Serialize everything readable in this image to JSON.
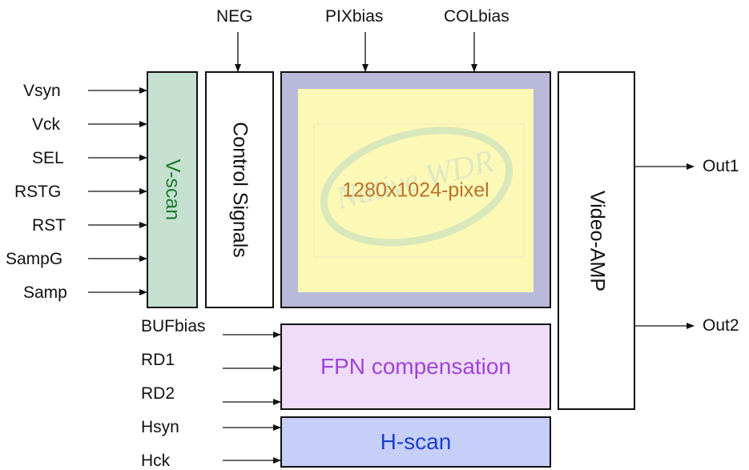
{
  "top_inputs": {
    "neg": "NEG",
    "pixbias": "PIXbias",
    "colbias": "COLbias"
  },
  "left_inputs": [
    "Vsyn",
    "Vck",
    "SEL",
    "RSTG",
    "RST",
    "SampG",
    "Samp"
  ],
  "bottom_inputs": [
    "BUFbias",
    "RD1",
    "RD2",
    "Hsyn",
    "Hck"
  ],
  "outputs": [
    "Out1",
    "Out2"
  ],
  "blocks": {
    "vscan": "V-scan",
    "control": "Control Signals",
    "pixel_array": "1280x1024-pixel",
    "fpn": "FPN compensation",
    "hscan": "H-scan",
    "video_amp": "Video-AMP"
  },
  "watermark": "Native WDR",
  "colors": {
    "vscan_fill": "#c5e0cf",
    "vscan_text": "#1e7a2e",
    "array_border": "#b9b9d9",
    "array_fill": "#fcf8b6",
    "pixel_text": "#b8732c",
    "fpn_fill": "#eedcfa",
    "fpn_text": "#a243d9",
    "hscan_fill": "#c5cff8",
    "hscan_text": "#1d3fcf"
  }
}
